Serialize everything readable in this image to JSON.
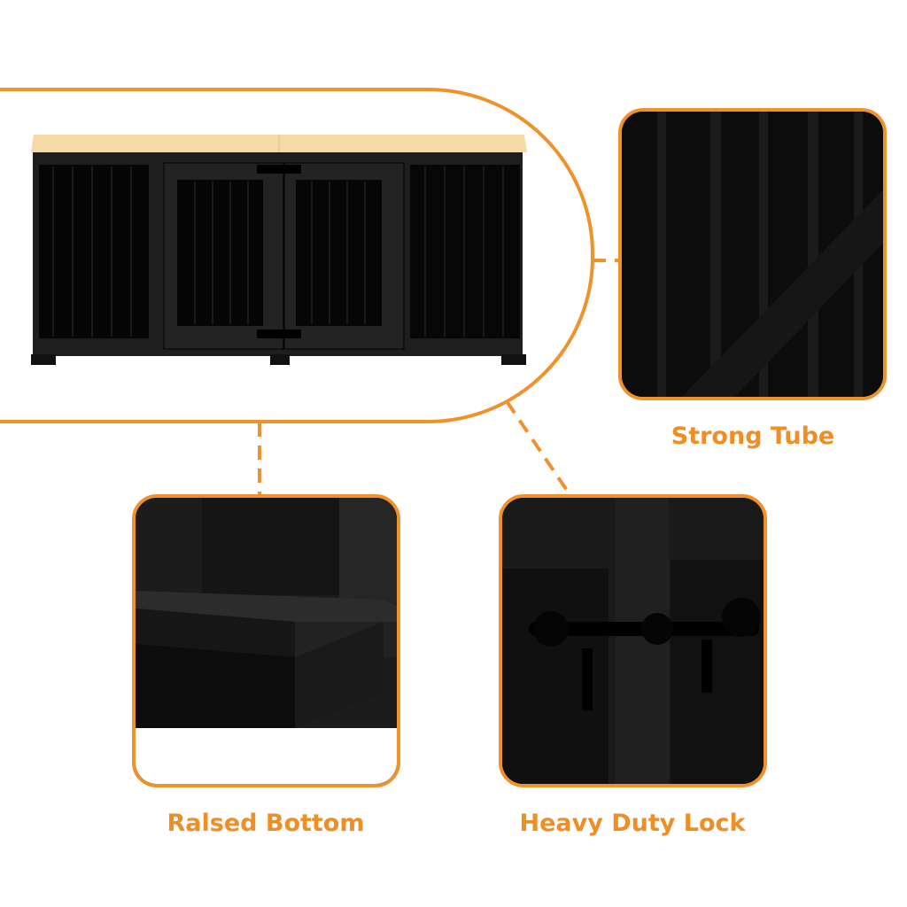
{
  "colors": {
    "accent": "#F0922B",
    "wood": "#F5D9A6",
    "metal": "#141414"
  },
  "features": [
    {
      "label": "Strong Tube"
    },
    {
      "label": "Ralsed Bottom"
    },
    {
      "label": "Heavy Duty Lock"
    }
  ]
}
